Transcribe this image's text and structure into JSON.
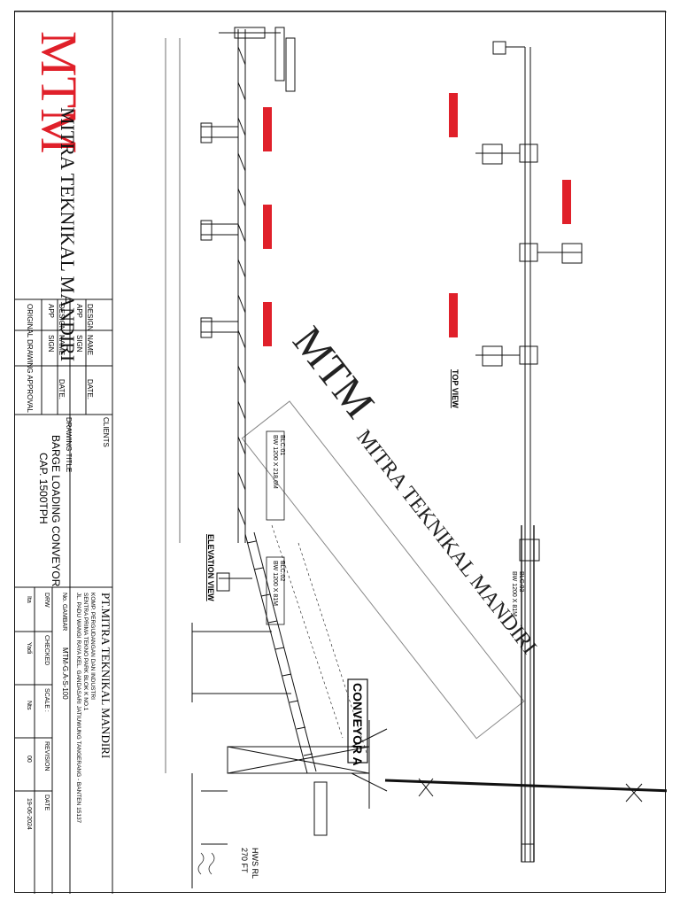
{
  "company": {
    "logo_text": "MTM",
    "name": "MITRA TEKNIKAL MANDIRI"
  },
  "approval": {
    "design_label": "DESIGN",
    "app_label": "APP",
    "name_label": "NAME",
    "sign_label": "SIGN",
    "date_label": "DATE.",
    "caption": "ORIGINAL DRAWING APPROVAL"
  },
  "clients_label": "CLIENTS",
  "drawing_title": {
    "label": "DRAWING TITLE",
    "line1": "BARGE LOADING CONVEYOR",
    "line2": "CAP. 1500TPH"
  },
  "company_block": {
    "name": "PT.MITRA TEKNIKAL MANDIRI",
    "addr1": "KOMP. PERGUDANGAN DAN INDUSTRI",
    "addr2": "SENTRA PRIMA TEKNO PARK BLOK K NO.1",
    "addr3": "JL. PADU WANGI RAYA KEL. GANDASARI JATIUWUNG TANGERANG - BANTEN 15137"
  },
  "drawing_no": {
    "label": "No. GAMBAR",
    "value": "MTM-G.A-S-100"
  },
  "signoff": {
    "drw_label": "DRW",
    "checked_label": "CHECKED",
    "scale_label": "SCALE :",
    "revision_label": "REVISION",
    "date_label": "DATE",
    "drw_value": "Ita",
    "checked_value": "Yadi",
    "scale_value": "Nts",
    "revision_value": "00",
    "date_value": "19-06-2024"
  },
  "views": {
    "elevation": "ELEVATION VIEW",
    "top": "TOP VIEW",
    "conveyor": "CONVEYOR A"
  },
  "watermark": {
    "logo": "MTM",
    "text": "MITRA TEKNIKAL MANDIRI"
  },
  "labels": {
    "blc01": "BLC.01",
    "blc01_spec": "BW 1200 X 218,6M",
    "blc02": "BLC.02",
    "blc02_spec": "BW 1200 X 81M",
    "blc03": "BLC.03",
    "blc03_spec": "BW 1200 X 81M",
    "fit": "270 FT",
    "hws": "HWS RL"
  },
  "colors": {
    "red": "#e0202a",
    "ink": "#111111",
    "grid": "#9aa0a6"
  }
}
